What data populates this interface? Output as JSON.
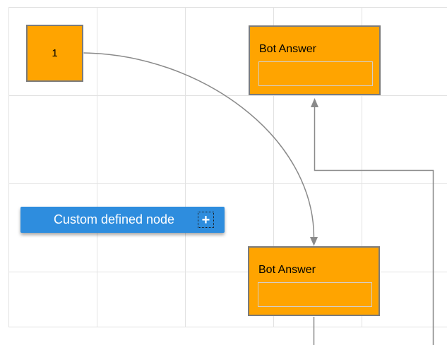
{
  "diagram": {
    "nodes": {
      "start_node": {
        "label": "1"
      },
      "bot_answer_top": {
        "title": "Bot Answer"
      },
      "bot_answer_bottom": {
        "title": "Bot Answer"
      },
      "custom_node": {
        "label": "Custom defined node",
        "add_button": "+"
      }
    },
    "connectors": [
      {
        "id": "bezier-connector",
        "type": "bezier",
        "from": "start_node",
        "to": "bot_answer_bottom"
      },
      {
        "id": "orthogonal-connector",
        "type": "orthogonal",
        "from": "bot_answer_bottom",
        "to": "bot_answer_top"
      }
    ],
    "colors": {
      "node_fill": "#ffa400",
      "node_border": "#7b7b7b",
      "custom_node_fill": "#2e8dde",
      "connector": "#8a8a8a",
      "grid_line": "#e2e2e2",
      "title_text": "#000000",
      "custom_node_text": "#ffffff"
    }
  }
}
